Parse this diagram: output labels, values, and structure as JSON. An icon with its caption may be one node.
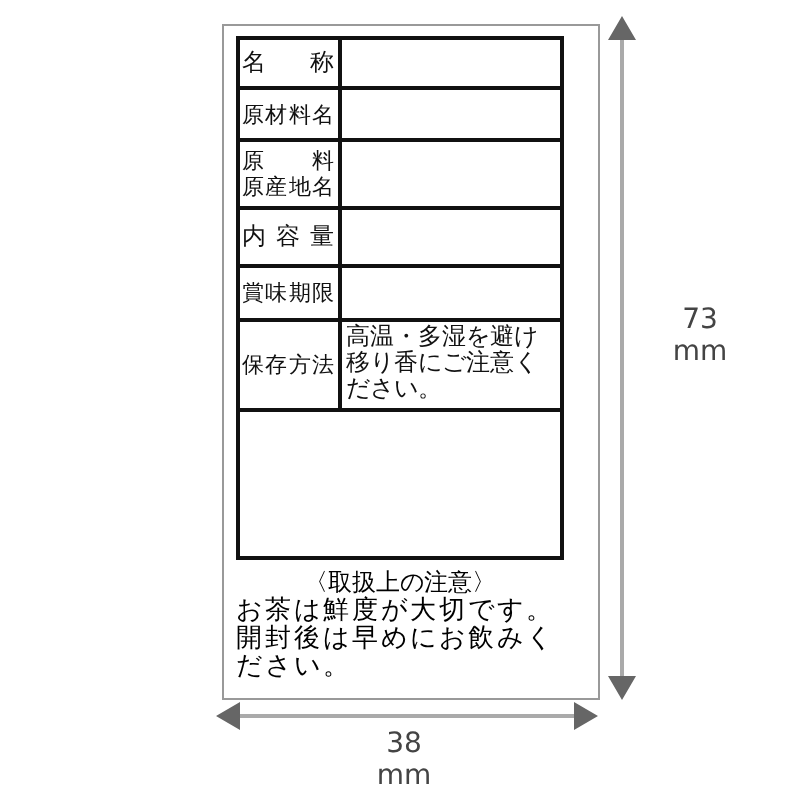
{
  "diagram": {
    "labels": [
      "名称",
      "原材料名",
      "原料原産地名",
      "内容量",
      "賞味期限",
      "保存方法",
      "高温・多湿を避け移り香にご注意ください。",
      "〈取扱上の注意〉",
      "お茶は鮮度が大切です。開封後は早めにお飲みください。",
      "73 mm",
      "38 mm"
    ]
  }
}
